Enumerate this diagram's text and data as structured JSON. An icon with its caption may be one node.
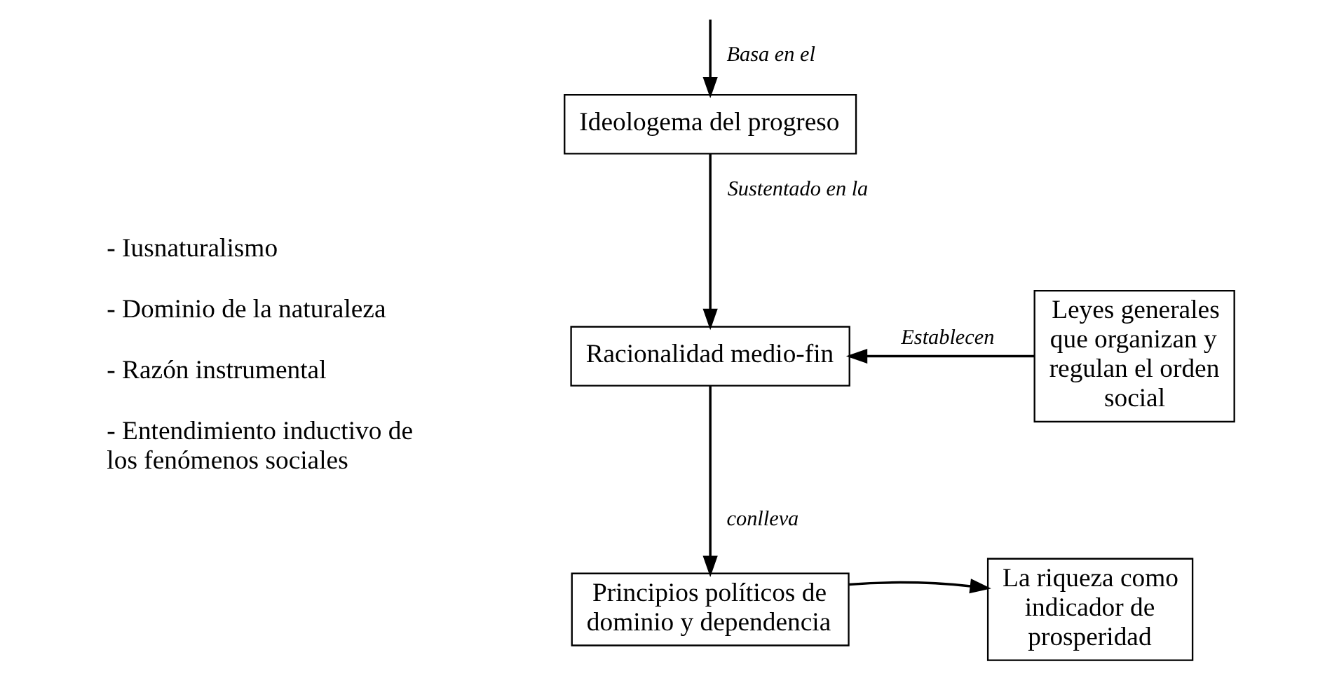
{
  "diagram": {
    "nodes": [
      {
        "text": [
          "Ideologema del progreso"
        ]
      },
      {
        "text": [
          "Racionalidad medio-fin"
        ]
      },
      {
        "text": [
          "Leyes generales que organizan y regulan el orden social"
        ]
      },
      {
        "text": [
          "Principios políticos de dominio y dependencia"
        ]
      },
      {
        "text": [
          "La riqueza como indicador de prosperidad"
        ]
      }
    ],
    "edges": [
      {
        "from": null,
        "to": 0,
        "arrow": "to",
        "label": "Basa en el"
      },
      {
        "from": 0,
        "to": 1,
        "arrow": "to",
        "label": "Sustentado en la"
      },
      {
        "from": 2,
        "to": 1,
        "arrow": "to",
        "label": "Establecen"
      },
      {
        "from": 1,
        "to": 3,
        "arrow": "to",
        "label": "conlleva"
      },
      {
        "from": 3,
        "to": 4,
        "arrow": "to"
      }
    ],
    "labels": [
      "- Iusnaturalismo",
      "- Dominio de la naturaleza",
      "- Razón instrumental",
      "- Entendimiento inductivo de los fenómenos sociales"
    ]
  }
}
